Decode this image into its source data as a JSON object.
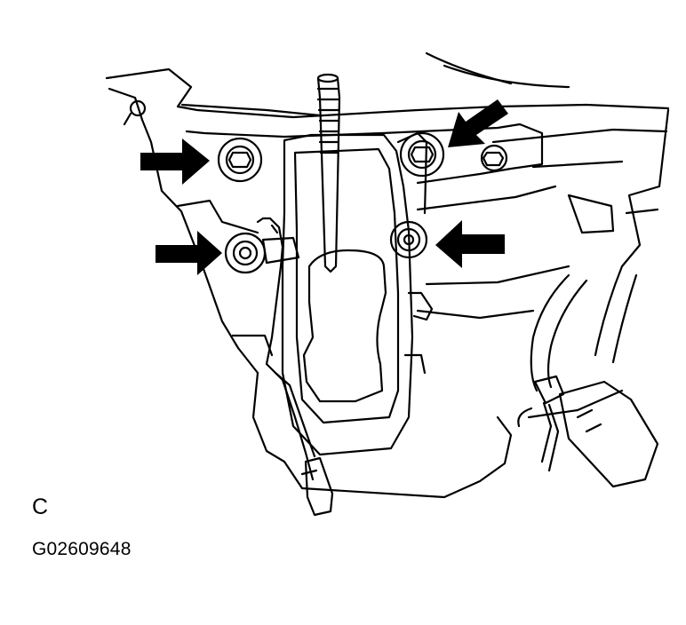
{
  "figure": {
    "view_label": "C",
    "code": "G02609648"
  },
  "callouts": {
    "arrow_count": 4,
    "color": "#000000"
  },
  "colors": {
    "ink": "#000000",
    "paper": "#ffffff"
  }
}
